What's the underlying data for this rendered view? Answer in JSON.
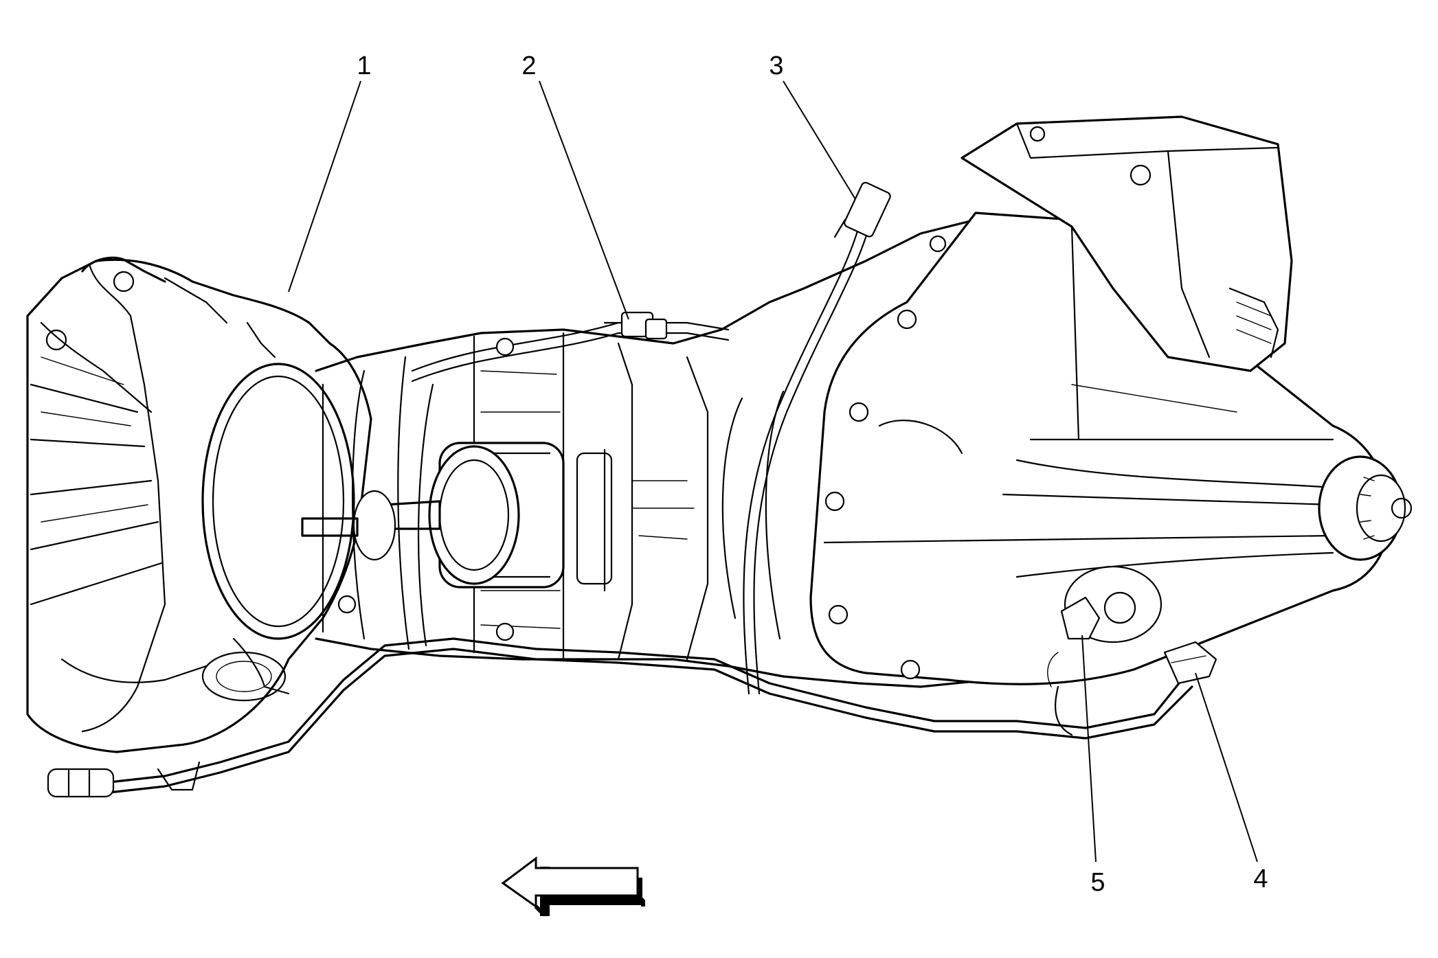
{
  "callouts": [
    {
      "id": "1",
      "text": "1"
    },
    {
      "id": "2",
      "text": "2"
    },
    {
      "id": "3",
      "text": "3"
    },
    {
      "id": "4",
      "text": "4"
    },
    {
      "id": "5",
      "text": "5"
    }
  ],
  "direction_arrow": {
    "icon": "left-arrow-icon",
    "direction": "left"
  }
}
